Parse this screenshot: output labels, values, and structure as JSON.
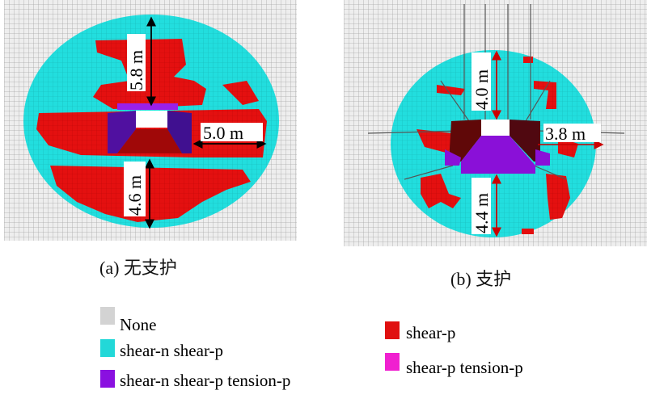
{
  "panels": [
    {
      "caption": "(a)  无支护",
      "labels": {
        "top": "5.8 m",
        "side": "5.0 m",
        "bottom": "4.6 m"
      }
    },
    {
      "caption": "(b)  支护",
      "labels": {
        "top": "4.0 m",
        "side": "3.8 m",
        "bottom": "4.4 m"
      }
    }
  ],
  "legend": [
    {
      "label": "None",
      "color": "#d3d3d3"
    },
    {
      "label": "shear-n shear-p",
      "color": "#22d8d8"
    },
    {
      "label": "shear-n shear-p tension-p",
      "color": "#8a10e0"
    },
    {
      "label": "shear-p",
      "color": "#e01010"
    },
    {
      "label": "shear-p tension-p",
      "color": "#f020d0"
    }
  ]
}
